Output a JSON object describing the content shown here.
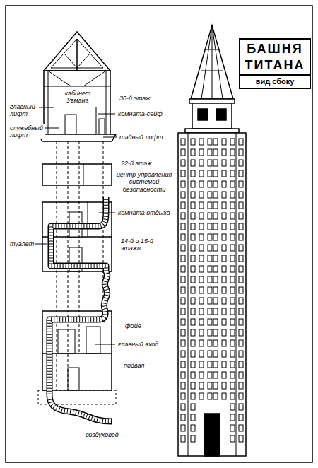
{
  "diagram": {
    "title": "БАШНЯ ТИТАНА",
    "labels": [
      "главный лифт",
      "кабинет Угмана",
      "30-й этаж",
      "комната-сейф",
      "служебный лифт",
      "тайный лифт",
      "22-й этаж",
      "центр управления системой безопасности",
      "комната отдыха",
      "туалет",
      "14-й и 15-й этажи",
      "фойе",
      "главный вход",
      "подвал",
      "воздуховод",
      "вид сбоку"
    ]
  }
}
